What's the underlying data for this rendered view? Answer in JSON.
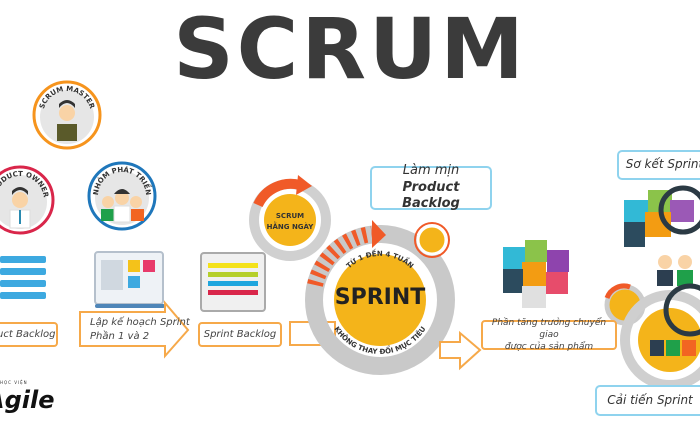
{
  "title": "SCRUM",
  "roles": {
    "scrum_master": "SCRUM MASTER",
    "product_owner": "PRODUCT OWNER",
    "dev_team": "NHÓM PHÁT TRIỂN"
  },
  "steps": {
    "product_backlog": "Product Backlog",
    "sprint_planning_line1": "Lập kế hoạch Sprint",
    "sprint_planning_line2": "Phần 1 và 2",
    "sprint_backlog": "Sprint Backlog",
    "daily_scrum_line1": "SCRUM",
    "daily_scrum_line2": "HẰNG NGÀY",
    "refinement_line1": "Làm mịn",
    "refinement_line2": "Product Backlog",
    "sprint": "SPRINT",
    "sprint_duration": "TỪ 1 ĐẾN 4 TUẦN",
    "sprint_goal": "KHÔNG THAY ĐỔI MỤC TIÊU",
    "increment_line1": "Phần tăng trưởng chuyển giao",
    "increment_line2": "được của sản phẩm",
    "sprint_review": "Sơ kết Sprint",
    "retrospective": "Cải tiến Sprint"
  },
  "logo": {
    "small": "HỌC VIỆN",
    "text": "Agile"
  },
  "colors": {
    "orange": "#f6a94a",
    "red_orange": "#f05a28",
    "yellow": "#f4b41a",
    "gray": "#c8c8c8",
    "blue": "#3da9e0"
  }
}
